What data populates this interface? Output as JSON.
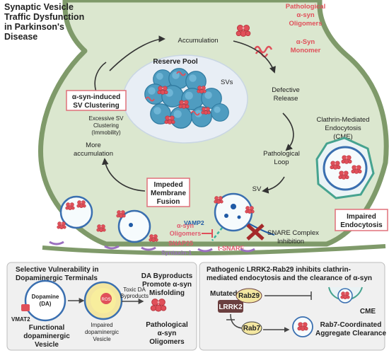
{
  "title_lines": [
    "Synaptic Vesicle",
    "Traffic Dysfunction",
    "in Parkinson's",
    "Disease"
  ],
  "legend": {
    "oligomers": [
      "Pathological",
      "α-syn",
      "Oligomers"
    ],
    "monomer": [
      "α-Syn",
      "Monomer"
    ]
  },
  "cycle": {
    "accumulation": "Accumulation",
    "reserve_pool": "Reserve Pool",
    "svs": "SVs",
    "defective_release": [
      "Defective",
      "Release"
    ],
    "pathological_loop": [
      "Pathological",
      "Loop"
    ],
    "sv": "SV",
    "clustering_box": [
      "α-syn-induced",
      "SV Clustering"
    ],
    "excessive": [
      "Excessive SV",
      "Clustering",
      "(Immobility)"
    ],
    "more_accumulation": [
      "More",
      "accumulation"
    ],
    "impeded_box": [
      "Impeded",
      "Membrane",
      "Fusion"
    ]
  },
  "cme": {
    "label": [
      "Clathrin-Mediated",
      "Endocytosis",
      "(CME)"
    ],
    "impaired_box": [
      "Impaired",
      "Endocytosis"
    ]
  },
  "snare": {
    "vamp2": "VAMP2",
    "oligomers": [
      "α-syn",
      "Oligomers"
    ],
    "snap25": "SNAP25",
    "syntaxin": "Syntaxin-1",
    "tsnare": "t-SNARE",
    "inhibition": [
      "SNARE Complex",
      "Inhibition"
    ]
  },
  "panel_left": {
    "title": [
      "Selective Vulnerability in",
      "Dopaminergic Terminals"
    ],
    "dopamine": [
      "Dopamine",
      "(DA)"
    ],
    "vmat2": "VMAT2",
    "functional": [
      "Functional",
      "dopaminergic",
      "Vesicle"
    ],
    "ros": "ROS",
    "impaired": [
      "Impaired",
      "dopaminergic",
      "Vesicle"
    ],
    "toxic": [
      "Toxic DA",
      "Byproducts"
    ],
    "da_byproducts": [
      "DA Byproducts",
      "Promote α-syn",
      "Misfolding"
    ],
    "pathological": [
      "Pathological",
      "α-syn",
      "Oligomers"
    ]
  },
  "panel_right": {
    "title": [
      "Pathogenic LRRK2-Rab29 inhibits clathrin-",
      "mediated endocytosis and the clearance of α-syn"
    ],
    "mutated": "Mutated",
    "lrrk2": "LRRK2",
    "rab29": "Rab29",
    "rab7": "Rab7",
    "cme": "CME",
    "clearance": [
      "Rab7-Coordinated",
      "Aggregate Clearance"
    ]
  },
  "colors": {
    "terminal_fill": "#dbe7cf",
    "membrane": "#7f9a6a",
    "sv_blue": "#4f9cc0",
    "oligomer_red": "#e0505a",
    "box_border": "#e0707a",
    "vesicle_ring": "#3a6fb0"
  },
  "icons": [
    "oligomer-cluster-icon",
    "monomer-squiggle-icon",
    "clathrin-cage-icon",
    "inhibition-x-icon",
    "ros-burst-icon",
    "vmat2-transporter-icon"
  ]
}
